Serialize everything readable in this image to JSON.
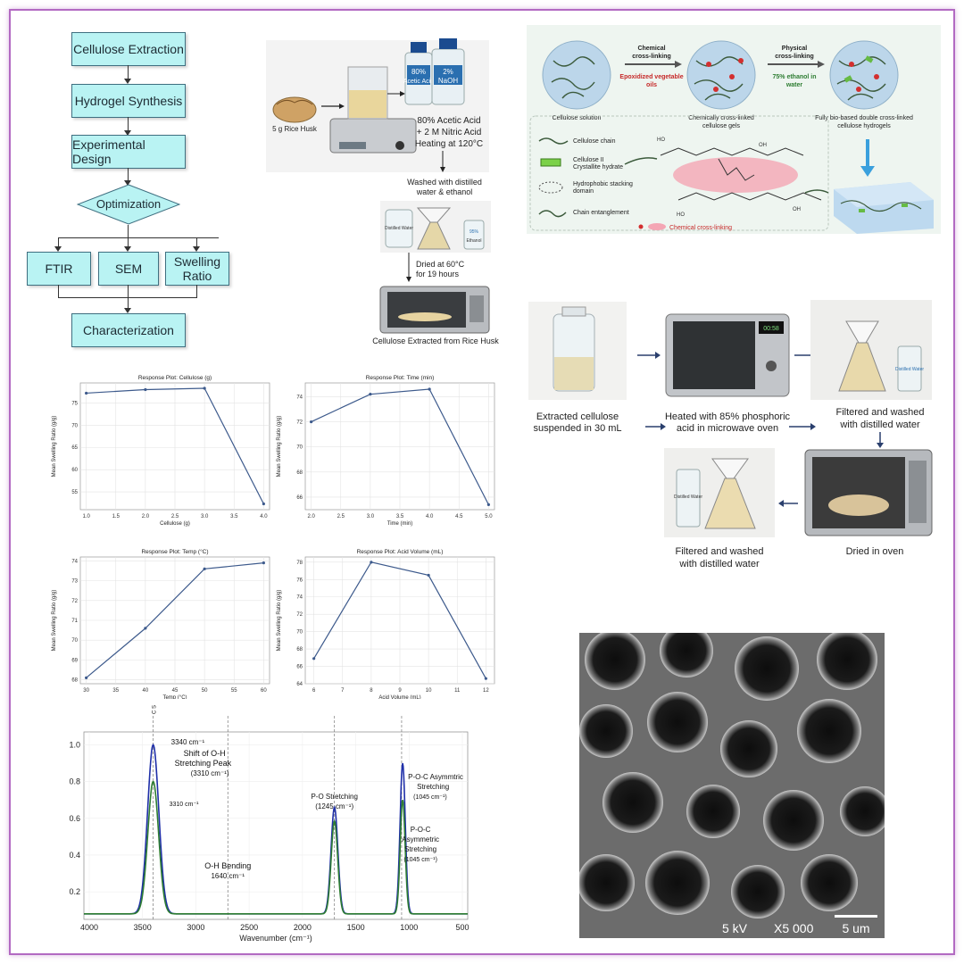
{
  "flowchart": {
    "steps": [
      "Cellulose Extraction",
      "Hydrogel Synthesis",
      "Experimental Design"
    ],
    "decision": "Optimization",
    "branches": [
      "FTIR",
      "SEM",
      "Swelling Ratio"
    ],
    "final": "Characterization"
  },
  "extraction_scheme": {
    "bottle_left_pct": "80%",
    "bottle_left_label": "Acetic Acid",
    "bottle_right_pct": "2%",
    "bottle_right_label": "NaOH",
    "rice_husk_label": "5 g Rice Husk",
    "step_text_1": "80% Acetic Acid",
    "step_text_2": "+ 2 M Nitric Acid",
    "step_text_3": "Heating at 120°C",
    "wash_text_1": "Washed with distilled",
    "wash_text_2": "water & ethanol",
    "distilled_label": "Distilled Water",
    "ethanol_label": "Ethanol",
    "ethanol_pct": "95%",
    "dry_text_1": "Dried at 60°C",
    "dry_text_2": "for 19 hours",
    "caption": "Cellulose Extracted from Rice Husk"
  },
  "crosslink_scheme": {
    "step1_title": "Chemical",
    "step1_title2": "cross-linking",
    "step1_sub": "Epoxidized vegetable",
    "step1_sub2": "oils",
    "step2_title": "Physical",
    "step2_title2": "cross-linking",
    "step2_sub": "75% ethanol in",
    "step2_sub2": "water",
    "circle1_label": "Cellulose solution",
    "circle2_label": "Chemically cross-linked",
    "circle2_label2": "cellulose gels",
    "circle3_label": "Fully bio-based double cross-linked",
    "circle3_label2": "cellulose hydrogels",
    "legend": [
      "Cellulose chain",
      "Cellulose II",
      "Crystallite hydrate",
      "Hydrophobic stacking",
      "domain",
      "Chain entanglement"
    ],
    "legend_bottom": "Chemical cross-linking"
  },
  "phosphorylation_scheme": {
    "step1": "Extracted cellulose",
    "step1b": "suspended in 30 mL",
    "step2": "Heated with 85% phosphoric",
    "step2b": "acid in microwave oven",
    "step3": "Filtered and washed",
    "step3b": "with distilled water",
    "step4": "Filtered and washed",
    "step4b": "with distilled water",
    "step5": "Dried in oven",
    "bottle_label": "Distilled Water",
    "microwave_display": "00:58"
  },
  "response_plots": {
    "ylabel": "Mean Swelling Ratio (g/g)",
    "charts": [
      "cellulose",
      "time",
      "temp",
      "acid"
    ]
  },
  "chart_data": [
    {
      "id": "cellulose",
      "type": "line",
      "title": "Response Plot: Cellulose (g)",
      "xlabel": "Cellulose (g)",
      "ylabel": "Mean Swelling Ratio (g/g)",
      "x": [
        1.0,
        2.0,
        3.0,
        4.0
      ],
      "y": [
        77.2,
        78.0,
        78.3,
        52.3
      ],
      "xlim": [
        0.9,
        4.1
      ],
      "ylim": [
        51.0,
        79.5
      ],
      "xticks": [
        1.0,
        1.5,
        2.0,
        2.5,
        3.0,
        3.5,
        4.0
      ],
      "xtick_labels": [
        "1.0",
        "1.5",
        "2.0",
        "2.5",
        "3.0",
        "3.5",
        "4.0"
      ],
      "yticks": [
        55,
        60,
        65,
        70,
        75
      ],
      "ytick_labels": [
        "55",
        "60",
        "65",
        "70",
        "75"
      ]
    },
    {
      "id": "time",
      "type": "line",
      "title": "Response Plot: Time (min)",
      "xlabel": "Time (min)",
      "ylabel": "Mean Swelling Ratio (g/g)",
      "x": [
        2.0,
        3.0,
        4.0,
        5.0
      ],
      "y": [
        72.0,
        74.2,
        74.6,
        65.4
      ],
      "xlim": [
        1.9,
        5.1
      ],
      "ylim": [
        65.0,
        75.1
      ],
      "xticks": [
        2.0,
        2.5,
        3.0,
        3.5,
        4.0,
        4.5,
        5.0
      ],
      "xtick_labels": [
        "2.0",
        "2.5",
        "3.0",
        "3.5",
        "4.0",
        "4.5",
        "5.0"
      ],
      "yticks": [
        66,
        68,
        70,
        72,
        74
      ],
      "ytick_labels": [
        "66",
        "68",
        "70",
        "72",
        "74"
      ]
    },
    {
      "id": "temp",
      "type": "line",
      "title": "Response Plot: Temp (°C)",
      "xlabel": "Temp (°C)",
      "ylabel": "Mean Swelling Ratio (g/g)",
      "x": [
        30,
        40,
        50,
        60
      ],
      "y": [
        68.1,
        70.6,
        73.6,
        73.9
      ],
      "xlim": [
        29,
        61
      ],
      "ylim": [
        67.8,
        74.2
      ],
      "xticks": [
        30,
        35,
        40,
        45,
        50,
        55,
        60
      ],
      "xtick_labels": [
        "30",
        "35",
        "40",
        "45",
        "50",
        "55",
        "60"
      ],
      "yticks": [
        68,
        69,
        70,
        71,
        72,
        73,
        74
      ],
      "ytick_labels": [
        "68",
        "69",
        "70",
        "71",
        "72",
        "73",
        "74"
      ]
    },
    {
      "id": "acid",
      "type": "line",
      "title": "Response Plot: Acid Volume (mL)",
      "xlabel": "Acid Volume (mL)",
      "ylabel": "Mean Swelling Ratio (g/g)",
      "x": [
        6,
        8,
        10,
        12
      ],
      "y": [
        66.9,
        78.0,
        76.5,
        64.6
      ],
      "xlim": [
        5.7,
        12.3
      ],
      "ylim": [
        64.0,
        78.6
      ],
      "xticks": [
        6,
        7,
        8,
        9,
        10,
        11,
        12
      ],
      "xtick_labels": [
        "6",
        "7",
        "8",
        "9",
        "10",
        "11",
        "12"
      ],
      "yticks": [
        64,
        66,
        68,
        70,
        72,
        74,
        76,
        78
      ],
      "ytick_labels": [
        "64",
        "66",
        "68",
        "70",
        "72",
        "74",
        "76",
        "78"
      ]
    },
    {
      "id": "ftir",
      "type": "line",
      "title": "",
      "xlabel": "Wavenumber (cm⁻¹)",
      "ylabel": "",
      "xlim": [
        4050,
        450
      ],
      "ylim": [
        0.05,
        1.07
      ],
      "xticks": [
        4000,
        3500,
        3000,
        2500,
        2000,
        1500,
        1000,
        500
      ],
      "xtick_labels": [
        "4000",
        "3500",
        "3000",
        "2500",
        "2000",
        "1500",
        "1000",
        "500"
      ],
      "yticks": [
        0.2,
        0.4,
        0.6,
        0.8,
        1.0
      ],
      "ytick_labels": [
        "0.2",
        "0.4",
        "0.6",
        "0.8",
        "1.0"
      ],
      "baseline": 0.08,
      "series": [
        {
          "name": "Blue",
          "color": "#1f2fa8",
          "peaks": [
            {
              "center": 3400,
              "height": 1.0,
              "width": 75
            },
            {
              "center": 1700,
              "height": 0.66,
              "width": 45
            },
            {
              "center": 1060,
              "height": 0.9,
              "width": 35
            }
          ]
        },
        {
          "name": "Green",
          "color": "#2e7d32",
          "peaks": [
            {
              "center": 3400,
              "height": 0.8,
              "width": 72
            },
            {
              "center": 1700,
              "height": 0.585,
              "width": 43
            },
            {
              "center": 1060,
              "height": 0.7,
              "width": 33
            }
          ]
        }
      ],
      "vlines": [
        3400,
        2700,
        1700,
        1070
      ],
      "annotations": {
        "top": "C Stretching",
        "oh_peak": "3340 cm⁻¹",
        "shift_1": "Shift of O-H",
        "shift_2": "Stretching Peak",
        "shift_3": "(3310 cm⁻¹)",
        "oh_green": "3310 cm⁻¹",
        "po_1": "P-O Stretching",
        "po_2": "(1245 cm⁻¹)",
        "poc_1": "P-O-C Asymmtric",
        "poc_2": "Stretching",
        "poc_3": "(1045 cm⁻¹)",
        "poc_b1": "P-O-C",
        "poc_b2": "Asymmetric",
        "poc_b3": "Stretching",
        "poc_b4": "(1045 cm⁻¹)",
        "ohb_1": "O-H Bending",
        "ohb_2": "1640 cm⁻¹"
      }
    }
  ],
  "sem": {
    "voltage": "5 kV",
    "magnification": "X5 000",
    "scale": "5 um"
  }
}
